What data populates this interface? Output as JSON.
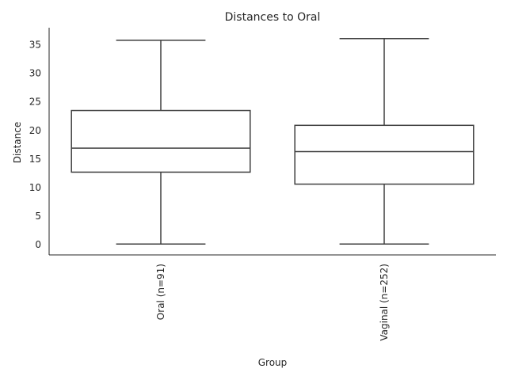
{
  "chart_data": {
    "type": "box",
    "title": "Distances to Oral",
    "xlabel": "Group",
    "ylabel": "Distance",
    "categories": [
      "Oral (n=91)",
      "Vaginal (n=252)"
    ],
    "boxes": [
      {
        "category": "Oral (n=91)",
        "min": 0.1,
        "q1": 12.7,
        "median": 16.9,
        "q3": 23.5,
        "max": 35.8
      },
      {
        "category": "Vaginal (n=252)",
        "min": 0.1,
        "q1": 10.6,
        "median": 16.3,
        "q3": 20.9,
        "max": 36.1
      }
    ],
    "yticks": [
      0,
      5,
      10,
      15,
      20,
      25,
      30,
      35
    ],
    "ylim": [
      -1.8,
      38.0
    ],
    "grid": false,
    "box_color": "#3f3f3f",
    "box_fill": "#ffffff"
  }
}
